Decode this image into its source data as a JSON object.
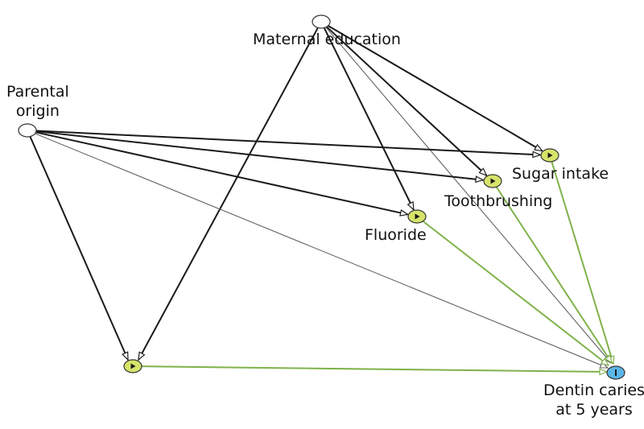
{
  "nodes": [
    {
      "id": "maternal",
      "label": "Maternal education",
      "role": "ancestor",
      "color": "#ffffff"
    },
    {
      "id": "parental",
      "label": "Parental origin",
      "lines": [
        "Parental",
        "origin"
      ],
      "role": "ancestor",
      "color": "#ffffff"
    },
    {
      "id": "sugar",
      "label": "Sugar intake",
      "role": "exposure",
      "color": "#d6e46a"
    },
    {
      "id": "tooth",
      "label": "Toothbrushing",
      "role": "exposure",
      "color": "#d6e46a"
    },
    {
      "id": "fluoride",
      "label": "Fluoride",
      "role": "exposure",
      "color": "#d6e46a"
    },
    {
      "id": "unlabeled",
      "label": "",
      "role": "exposure",
      "color": "#d6e46a"
    },
    {
      "id": "dentin",
      "label": "Dentin caries at 5 years",
      "lines": [
        "Dentin caries",
        "at 5 years"
      ],
      "role": "outcome",
      "color": "#5bb6e6"
    }
  ],
  "edges": [
    {
      "from": "maternal",
      "to": "sugar",
      "type": "ancestor"
    },
    {
      "from": "maternal",
      "to": "tooth",
      "type": "ancestor"
    },
    {
      "from": "maternal",
      "to": "fluoride",
      "type": "ancestor"
    },
    {
      "from": "maternal",
      "to": "unlabeled",
      "type": "ancestor"
    },
    {
      "from": "maternal",
      "to": "dentin",
      "type": "thin"
    },
    {
      "from": "parental",
      "to": "sugar",
      "type": "ancestor"
    },
    {
      "from": "parental",
      "to": "tooth",
      "type": "ancestor"
    },
    {
      "from": "parental",
      "to": "fluoride",
      "type": "ancestor"
    },
    {
      "from": "parental",
      "to": "unlabeled",
      "type": "ancestor"
    },
    {
      "from": "parental",
      "to": "dentin",
      "type": "thin"
    },
    {
      "from": "sugar",
      "to": "dentin",
      "type": "causal"
    },
    {
      "from": "tooth",
      "to": "dentin",
      "type": "causal"
    },
    {
      "from": "fluoride",
      "to": "dentin",
      "type": "causal"
    },
    {
      "from": "unlabeled",
      "to": "dentin",
      "type": "causal"
    }
  ],
  "colors": {
    "ancestor_edge": "#1a1a1a",
    "thin_edge": "#555555",
    "causal_edge": "#7fb24a",
    "node_stroke": "#333333"
  }
}
